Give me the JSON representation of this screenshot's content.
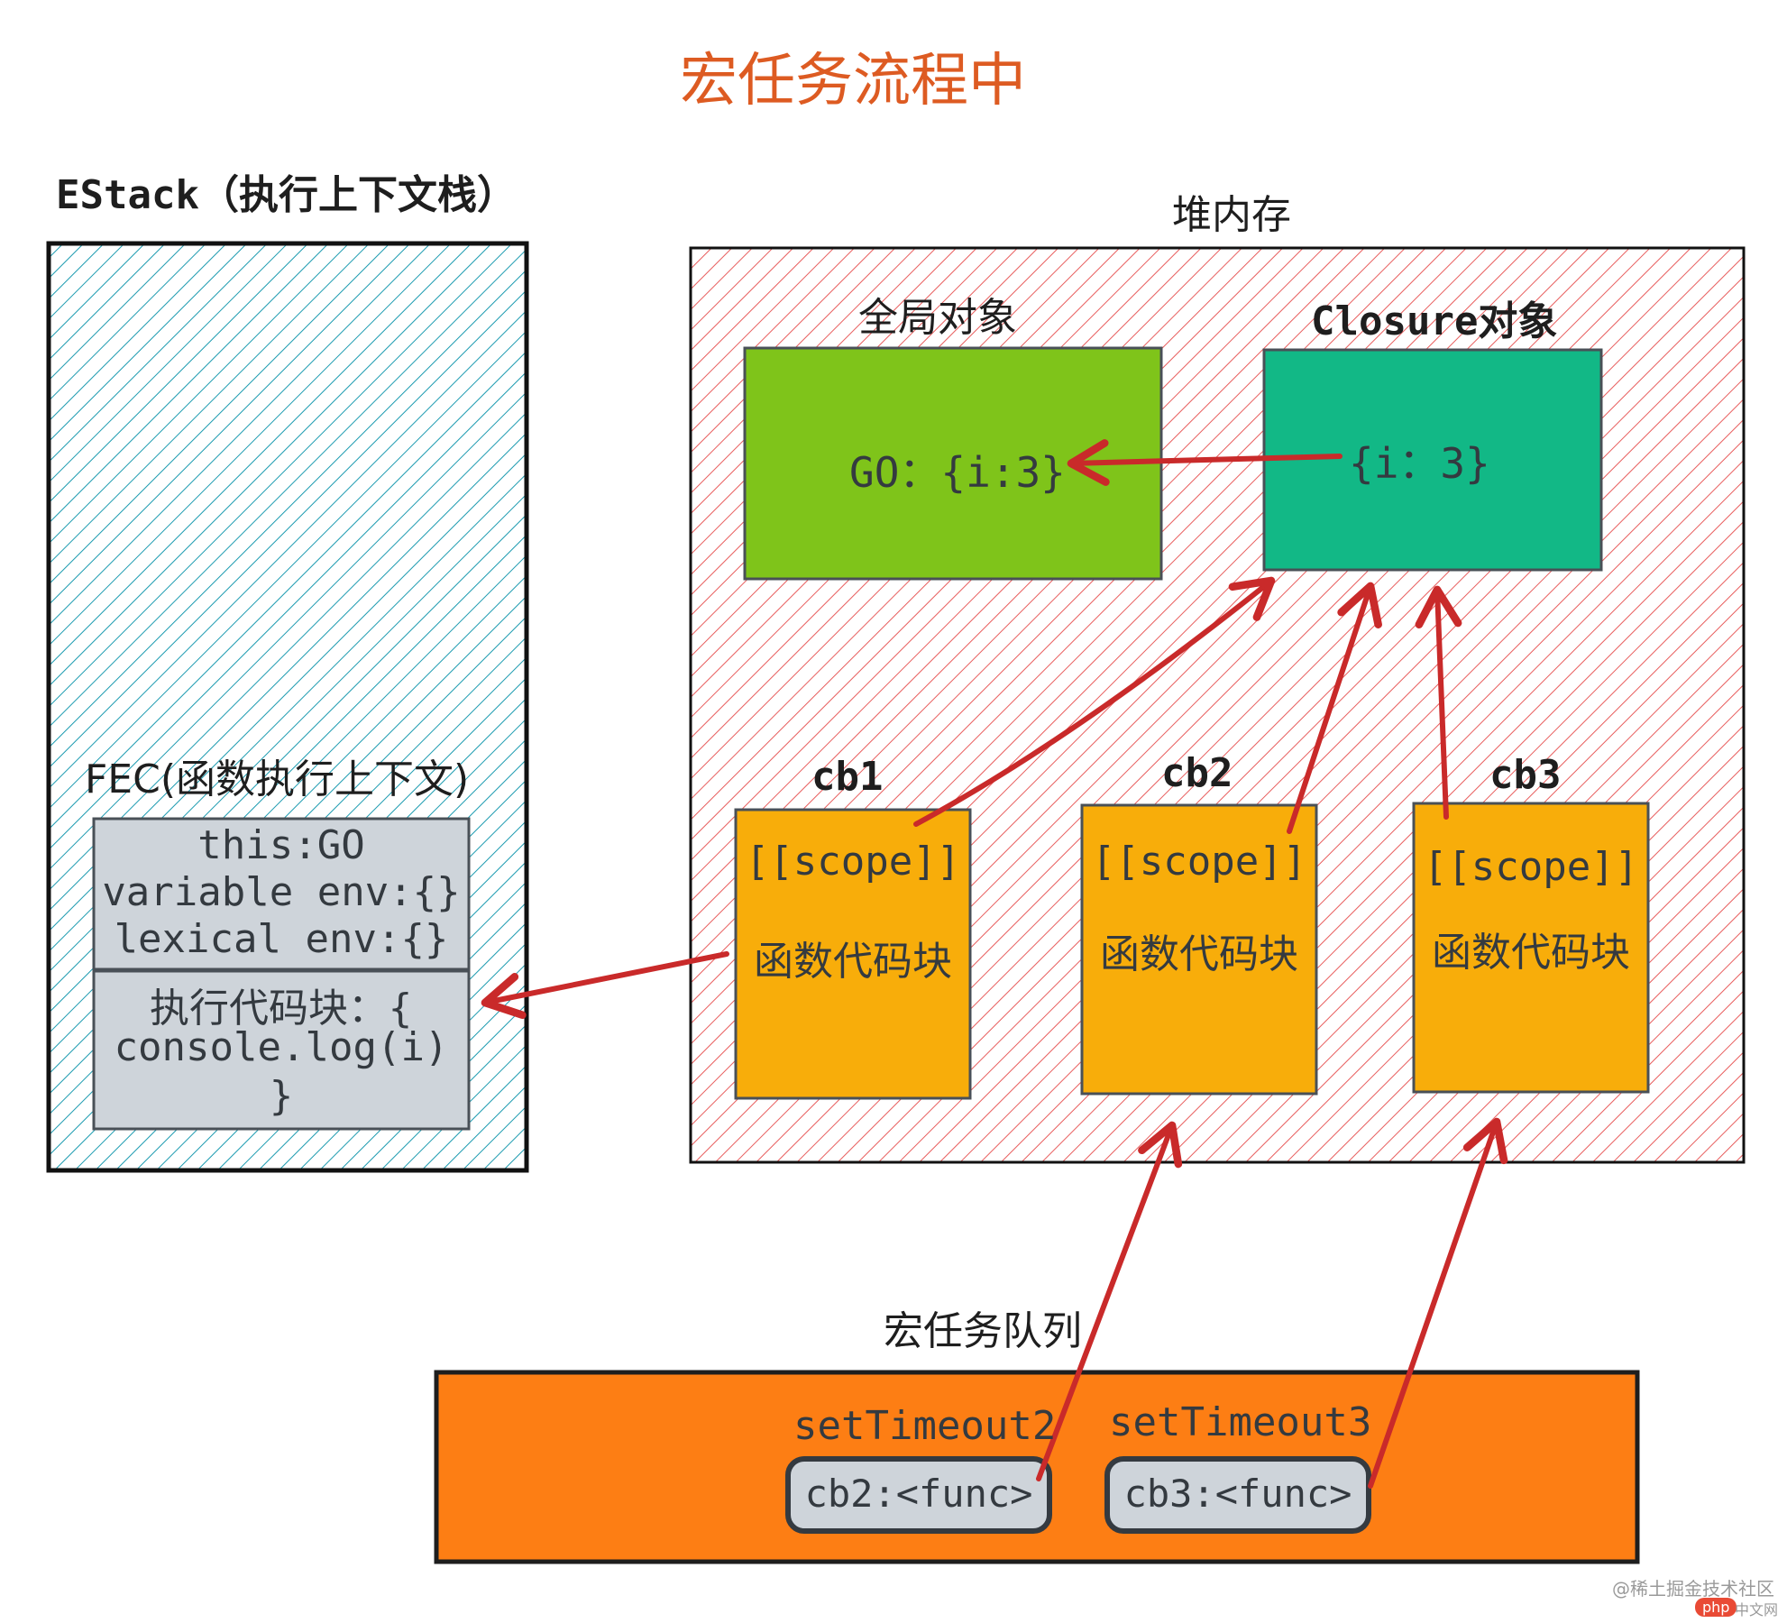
{
  "title": "宏任务流程中",
  "estack": {
    "label": "EStack（执行上下文栈）",
    "fec_label": "FEC(函数执行上下文)",
    "fec_top_lines": [
      "this:GO",
      "variable env:{}",
      "lexical env:{}"
    ],
    "fec_bottom_lines": [
      "执行代码块：{",
      "console.log(i)",
      "}"
    ]
  },
  "heap": {
    "label": "堆内存",
    "global_object": {
      "label": "全局对象",
      "content": "GO：{i:3}"
    },
    "closure_object": {
      "label": "Closure对象",
      "content": "{i：3}"
    },
    "callbacks": [
      {
        "name": "cb1",
        "scope": "[[scope]]",
        "code": "函数代码块"
      },
      {
        "name": "cb2",
        "scope": "[[scope]]",
        "code": "函数代码块"
      },
      {
        "name": "cb3",
        "scope": "[[scope]]",
        "code": "函数代码块"
      }
    ]
  },
  "macro_queue": {
    "label": "宏任务队列",
    "items": [
      {
        "title": "setTimeout2",
        "value": "cb2:<func>"
      },
      {
        "title": "setTimeout3",
        "value": "cb3:<func>"
      }
    ]
  },
  "watermark": {
    "text": "@稀土掘金技术社区",
    "badge": "php",
    "badge_suffix": "中文网"
  },
  "colors": {
    "title": "#dd5b22",
    "estack_hatch": "#1c9bb0",
    "heap_hatch": "#e85d5d",
    "global_object_fill": "#7fc41a",
    "closure_object_fill": "#12b886",
    "callback_fill": "#f8ad0a",
    "fec_fill": "#ced4da",
    "queue_fill": "#fd7e14",
    "arrow": "#c92a2a"
  }
}
